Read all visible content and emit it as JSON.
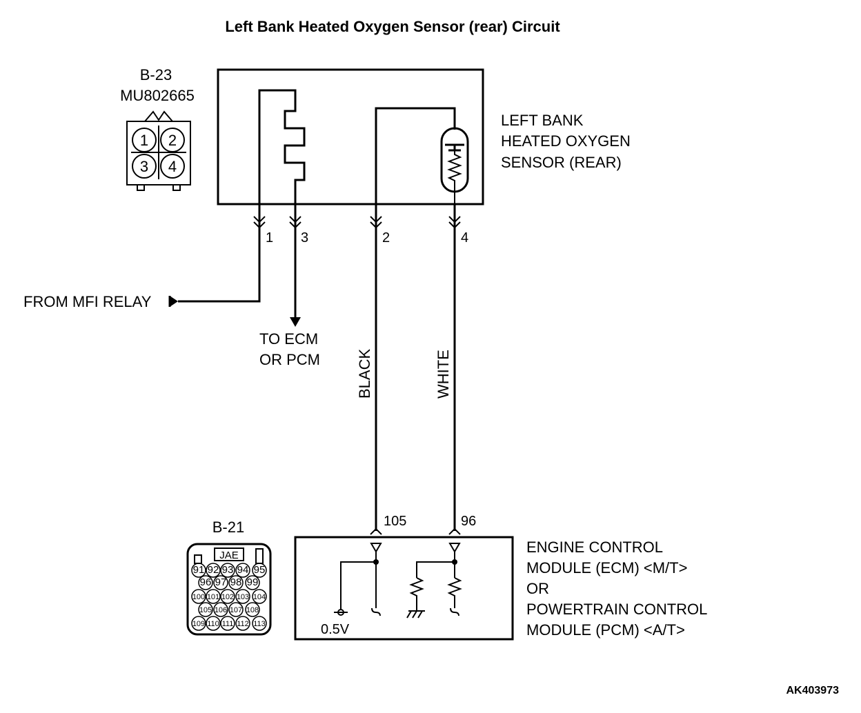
{
  "title": "Left Bank Heated Oxygen Sensor (rear) Circuit",
  "sensor_connector": {
    "id": "B-23",
    "part_number": "MU802665",
    "pins": [
      "1",
      "2",
      "3",
      "4"
    ]
  },
  "sensor_label": [
    "LEFT BANK",
    "HEATED OXYGEN",
    "SENSOR (REAR)"
  ],
  "sensor_pins": [
    "1",
    "3",
    "2",
    "4"
  ],
  "from_relay": "FROM MFI RELAY",
  "to_ecm": [
    "TO ECM",
    "OR PCM"
  ],
  "wire_colors": [
    "BLACK",
    "WHITE"
  ],
  "ecm_pins": [
    "105",
    "96"
  ],
  "ecm_connector": {
    "id": "B-21",
    "maker": "JAE",
    "rows": [
      [
        "91",
        "92",
        "93",
        "94",
        "95"
      ],
      [
        "96",
        "97",
        "98",
        "99"
      ],
      [
        "100",
        "101",
        "102",
        "103",
        "104"
      ],
      [
        "105",
        "106",
        "107",
        "108"
      ],
      [
        "109",
        "110",
        "111",
        "112",
        "113"
      ]
    ]
  },
  "voltage": "0.5V",
  "ecm_label": [
    "ENGINE CONTROL",
    "MODULE (ECM) <M/T>",
    "OR",
    "POWERTRAIN CONTROL",
    "MODULE (PCM) <A/T>"
  ],
  "figure_code": "AK403973"
}
